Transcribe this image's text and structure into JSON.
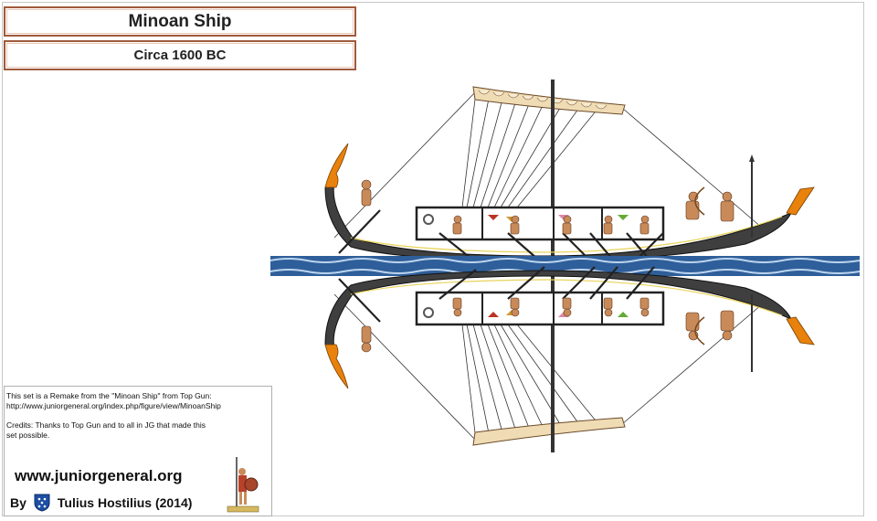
{
  "header": {
    "title": "Minoan Ship",
    "subtitle": "Circa 1600 BC"
  },
  "credits": {
    "line1": "This set is a Remake from the \"Minoan Ship\" from Top Gun:",
    "line2": "http://www.juniorgeneral.org/index.php/figure/view/MinoanShip",
    "line3": "Credits: Thanks to Top Gun and to all in JG that made this",
    "line4": "set possible.",
    "website": "www.juniorgeneral.org",
    "by_label": "By",
    "author": "Tulius Hostilius (2014)"
  },
  "artwork": {
    "subject": "Minoan ship with rowers and archers, mirrored at waterline",
    "hull_color": "#3f3f3f",
    "water_color": "#2f5f9a",
    "sail_color": "#f0dcb4",
    "figurehead_color": "#e8820c"
  }
}
